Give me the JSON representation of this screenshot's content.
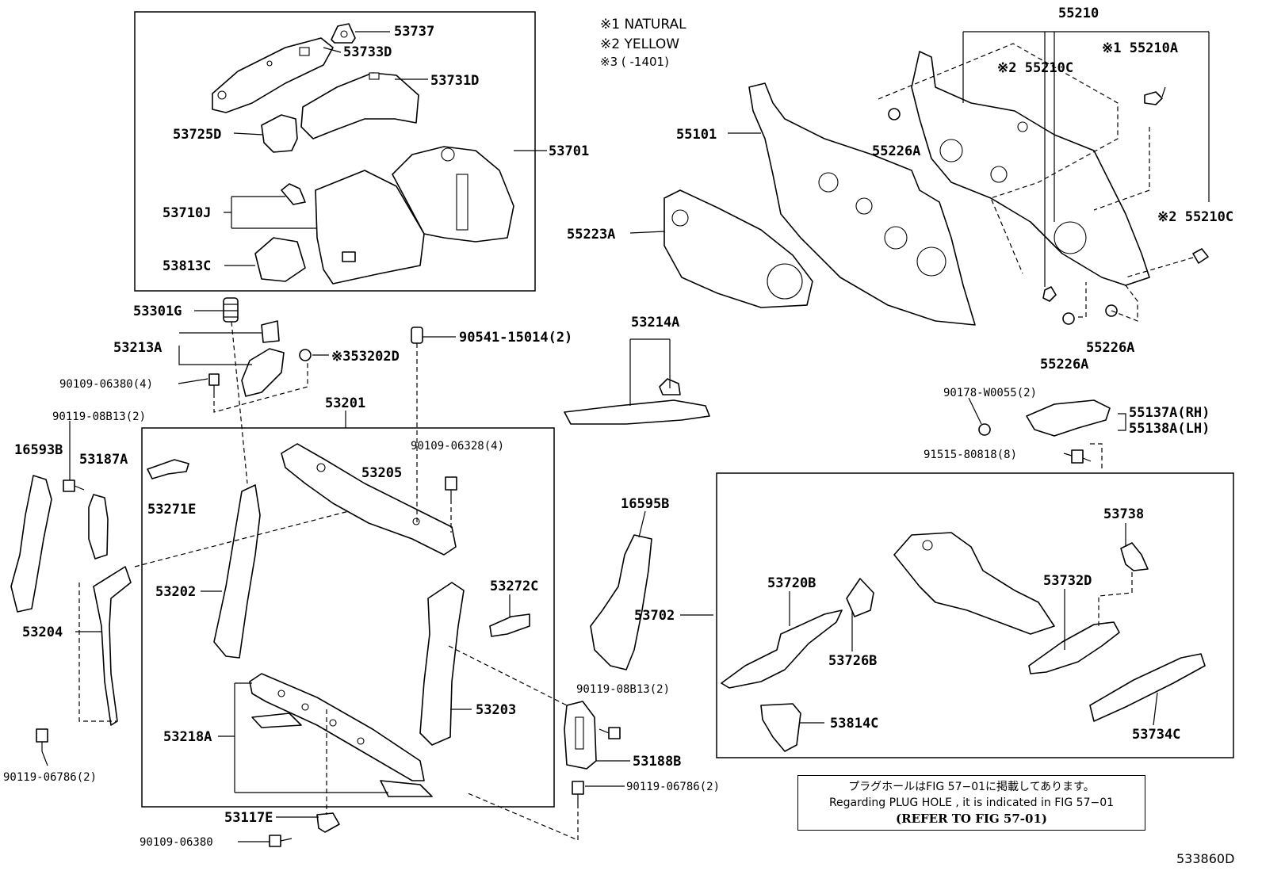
{
  "legend": {
    "natural": "※1 NATURAL",
    "yellow": "※2 YELLOW",
    "range": "※3 (      -1401)"
  },
  "labels": {
    "p53737": "53737",
    "p53733D": "53733D",
    "p53731D": "53731D",
    "p53725D": "53725D",
    "p53701": "53701",
    "p53710J": "53710J",
    "p53813C": "53813C",
    "p55210": "55210",
    "p55210A": "※1 55210A",
    "p55210C_top": "※2 55210C",
    "p55226A_top": "55226A",
    "p55101": "55101",
    "p55223A": "55223A",
    "p55210C_right": "※2 55210C",
    "p55226A_bottom": "55226A",
    "p55226A_mid": "55226A",
    "p53301G": "53301G",
    "p53213A": "53213A",
    "p53202D": "※353202D",
    "p90541": "90541-15014(2)",
    "p53214A": "53214A",
    "p90109_06380_4": "90109-06380(4)",
    "p90119_08B13_left": "90119-08B13(2)",
    "p53201": "53201",
    "p16593B": "16593B",
    "p53187A": "53187A",
    "p90109_06328": "90109-06328(4)",
    "p53271E": "53271E",
    "p53205": "53205",
    "p90178": "90178-W0055(2)",
    "p55137A": "55137A(RH)",
    "p55138A": "55138A(LH)",
    "p91515": "91515-80818(8)",
    "p16595B": "16595B",
    "p53738": "53738",
    "p53720B": "53720B",
    "p53732D": "53732D",
    "p53202": "53202",
    "p53272C": "53272C",
    "p53702": "53702",
    "p53204": "53204",
    "p53726B": "53726B",
    "p53203": "53203",
    "p90119_08B13_right": "90119-08B13(2)",
    "p53814C": "53814C",
    "p53734C": "53734C",
    "p53218A": "53218A",
    "p53188B": "53188B",
    "p90119_06786_right": "90119-06786(2)",
    "p90119_06786_left": "90119-06786(2)",
    "p53117E": "53117E",
    "p90109_06380": "90109-06380"
  },
  "note": {
    "jp": "プラグホールはFIG 57−01に掲載してあります。",
    "en": "Regarding PLUG HOLE , it is indicated in FIG 57−01",
    "ref": "(REFER TO FIG 57-01)"
  },
  "figure_code": "533860D"
}
